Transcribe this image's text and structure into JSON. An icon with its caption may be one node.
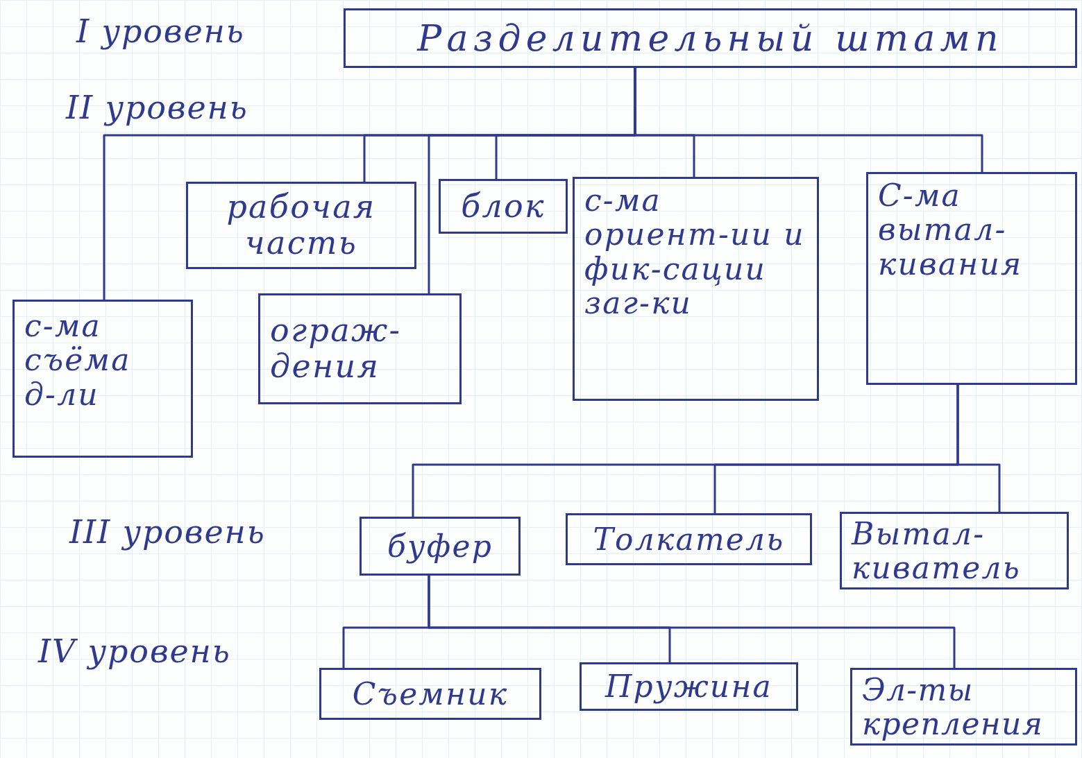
{
  "diagram": {
    "nodes": [
      {
        "text": [
          "Разделительный штамп"
        ]
      },
      {
        "text": [
          "рабочая часть"
        ]
      },
      {
        "text": [
          "блок"
        ]
      },
      {
        "text": [
          "с-ма ориент-ии и фик-сации заг-ки"
        ]
      },
      {
        "text": [
          "С-ма вытал-кивания"
        ]
      },
      {
        "text": [
          "с-ма съёма д-ли"
        ]
      },
      {
        "text": [
          "ограж-дения"
        ]
      },
      {
        "text": [
          "буфер"
        ]
      },
      {
        "text": [
          "Толкатель"
        ]
      },
      {
        "text": [
          "Вытал-киватель"
        ]
      },
      {
        "text": [
          "Съемник"
        ]
      },
      {
        "text": [
          "Пружина"
        ]
      },
      {
        "text": [
          "Эл-ты крепления"
        ]
      }
    ],
    "edges": [
      {
        "from": 0,
        "to": 1,
        "arrow": "none"
      },
      {
        "from": 0,
        "to": 2,
        "arrow": "none"
      },
      {
        "from": 0,
        "to": 3,
        "arrow": "none"
      },
      {
        "from": 0,
        "to": 4,
        "arrow": "none"
      },
      {
        "from": 0,
        "to": 5,
        "arrow": "none"
      },
      {
        "from": 0,
        "to": 6,
        "arrow": "none"
      },
      {
        "from": 4,
        "to": 7,
        "arrow": "none"
      },
      {
        "from": 4,
        "to": 8,
        "arrow": "none"
      },
      {
        "from": 4,
        "to": 9,
        "arrow": "none"
      },
      {
        "from": 7,
        "to": 10,
        "arrow": "none"
      },
      {
        "from": 7,
        "to": 11,
        "arrow": "none"
      },
      {
        "from": 7,
        "to": 12,
        "arrow": "none"
      }
    ],
    "labels": [
      "I уровень",
      "II уровень",
      "III уровень",
      "IV уровень"
    ]
  }
}
